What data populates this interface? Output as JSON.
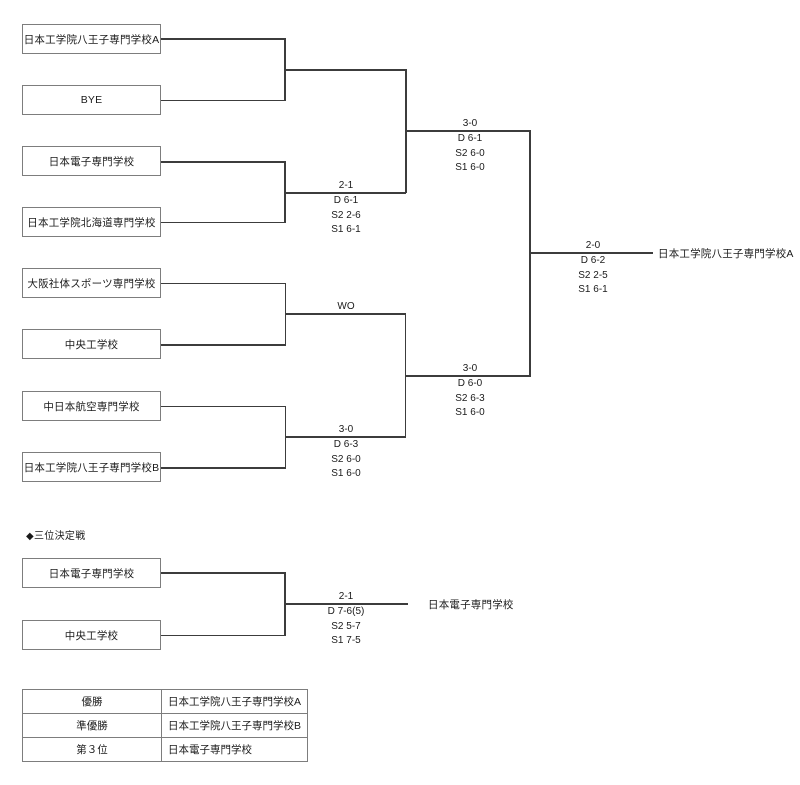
{
  "bracket": {
    "round1": [
      {
        "name": "日本工学院八王子専門学校A",
        "winner": true
      },
      {
        "name": "BYE",
        "winner": false
      },
      {
        "name": "日本電子専門学校",
        "winner": true
      },
      {
        "name": "日本工学院北海道専門学校",
        "winner": false
      },
      {
        "name": "大阪社体スポーツ専門学校",
        "winner": false
      },
      {
        "name": "中央工学校",
        "winner": true
      },
      {
        "name": "中日本航空専門学校",
        "winner": false
      },
      {
        "name": "日本工学院八王子専門学校B",
        "winner": true
      }
    ],
    "round2_scores": [
      {
        "result": "",
        "sets": []
      },
      {
        "result": "2-1",
        "sets": [
          "D 6-1",
          "S2 2-6",
          "S1 6-1"
        ]
      },
      {
        "result": "WO",
        "sets": []
      },
      {
        "result": "3-0",
        "sets": [
          "D 6-3",
          "S2 6-0",
          "S1 6-0"
        ]
      }
    ],
    "semifinal_scores": [
      {
        "result": "3-0",
        "sets": [
          "D 6-1",
          "S2 6-0",
          "S1 6-0"
        ]
      },
      {
        "result": "3-0",
        "sets": [
          "D 6-0",
          "S2 6-3",
          "S1 6-0"
        ]
      }
    ],
    "final_score": {
      "result": "2-0",
      "sets": [
        "D 6-2",
        "S2 2-5",
        "S1 6-1"
      ]
    },
    "champion": "日本工学院八王子専門学校A"
  },
  "third_place": {
    "heading": "◆三位決定戦",
    "teams": [
      {
        "name": "日本電子専門学校",
        "winner": true
      },
      {
        "name": "中央工学校",
        "winner": false
      }
    ],
    "score": {
      "result": "2-1",
      "sets": [
        "D 7-6(5)",
        "S2 5-7",
        "S1 7-5"
      ]
    },
    "winner": "日本電子専門学校"
  },
  "results_table": {
    "rows": [
      {
        "rank": "優勝",
        "team": "日本工学院八王子専門学校A"
      },
      {
        "rank": "準優勝",
        "team": "日本工学院八王子専門学校B"
      },
      {
        "rank": "第３位",
        "team": "日本電子専門学校"
      }
    ]
  },
  "colors": {
    "line": "#3c3c3c",
    "box_border": "#7d7d7d",
    "text": "#1a1a1a",
    "background": "#ffffff"
  }
}
